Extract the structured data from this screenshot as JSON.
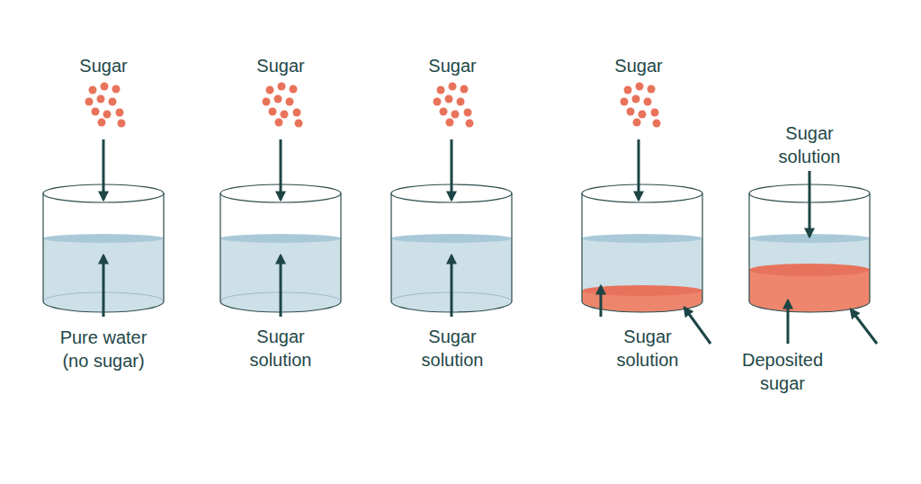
{
  "diagram": {
    "labels": [
      "Sugar",
      "Sugar",
      "Sugar",
      "Sugar",
      "Sugar solution",
      "Pure water (no sugar)",
      "Sugar solution",
      "Sugar solution",
      "Sugar solution",
      "Deposited sugar"
    ]
  }
}
